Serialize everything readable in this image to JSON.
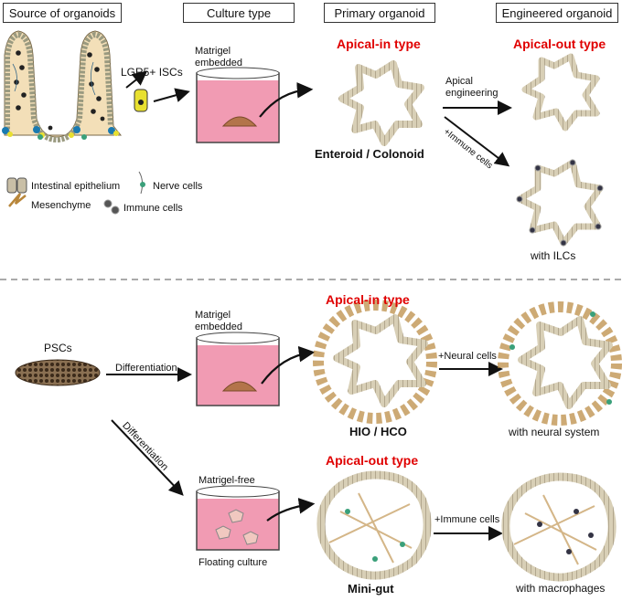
{
  "headers": {
    "source": "Source of organoids",
    "culture": "Culture type",
    "primary": "Primary organoid",
    "engineered": "Engineered organoid"
  },
  "top": {
    "lgr5": "LGR5+ ISCs",
    "matrigel_embedded": "Matrigel\nembedded",
    "apical_in": "Apical-in type",
    "enteroid": "Enteroid / Colonoid",
    "apical_engineering": "Apical\nengineering",
    "apical_out": "Apical-out type",
    "immune_cells": "+Immune cells",
    "with_ilcs": "with ILCs"
  },
  "legend": {
    "epithelium": "Intestinal epithelium",
    "mesenchyme": "Mesenchyme",
    "nerve": "Nerve cells",
    "immune": "Immune cells"
  },
  "bottom": {
    "pscs": "PSCs",
    "differentiation": "Differentiation",
    "differentiation_diag": "Differentiation",
    "matrigel_embedded": "Matrigel\nembedded",
    "apical_in": "Apical-in type",
    "hio_hco": "HIO / HCO",
    "neural_cells": "+Neural cells",
    "with_neural": "with neural system",
    "matrigel_free": "Matrigel-free",
    "floating": "Floating culture",
    "apical_out": "Apical-out type",
    "mini_gut": "Mini-gut",
    "immune_cells": "+Immune cells",
    "with_macrophages": "with macrophages"
  },
  "colors": {
    "accent_red": "#e00000",
    "epithelium": "#c9bfa6",
    "medium_pink": "#ef8aa6",
    "organoid_tissue": "#b3744a",
    "stem_cell": "#e8e030",
    "mesenchyme": "#b8863a",
    "nerve": "#3aa07a"
  }
}
